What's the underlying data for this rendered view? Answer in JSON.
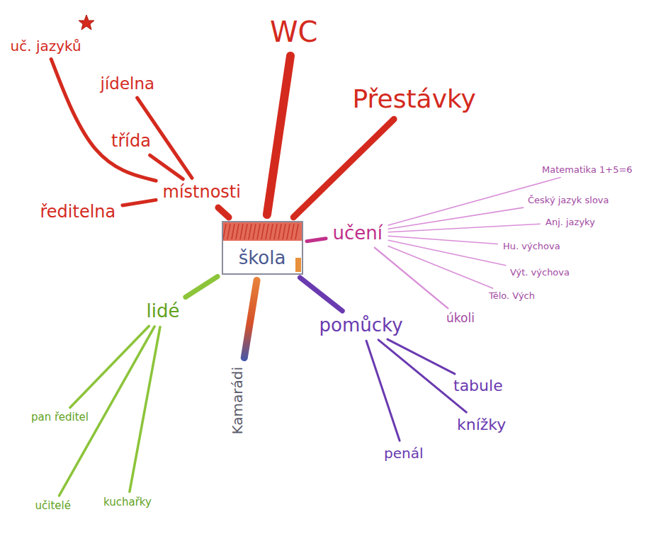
{
  "diagram": {
    "nodes": [
      {
        "text": [
          "škola"
        ]
      },
      {
        "text": [
          "místnosti"
        ]
      },
      {
        "text": [
          "ředitelna"
        ]
      },
      {
        "text": [
          "třída"
        ]
      },
      {
        "text": [
          "jídelna"
        ]
      },
      {
        "text": [
          "uč. jazyků"
        ]
      },
      {
        "text": [
          "WC"
        ]
      },
      {
        "text": [
          "Přestávky"
        ]
      },
      {
        "text": [
          "učení"
        ]
      },
      {
        "text": [
          "Matematika 1+5=6"
        ]
      },
      {
        "text": [
          "Český jazyk slova"
        ]
      },
      {
        "text": [
          "Anj. jazyky"
        ]
      },
      {
        "text": [
          "Hu. výchova"
        ]
      },
      {
        "text": [
          "Výt. výchova"
        ]
      },
      {
        "text": [
          "Tělo. Vých"
        ]
      },
      {
        "text": [
          "úkoli"
        ]
      },
      {
        "text": [
          "pomůcky"
        ]
      },
      {
        "text": [
          "tabule"
        ]
      },
      {
        "text": [
          "knížky"
        ]
      },
      {
        "text": [
          "penál"
        ]
      },
      {
        "text": [
          "Kamarádi"
        ]
      },
      {
        "text": [
          "lidé"
        ]
      },
      {
        "text": [
          "pan ředitel"
        ]
      },
      {
        "text": [
          "učitelé"
        ]
      },
      {
        "text": [
          "kuchařky"
        ]
      }
    ],
    "edges": [
      {
        "from": 0,
        "to": 1,
        "arrow": "none"
      },
      {
        "from": 1,
        "to": 2,
        "arrow": "none"
      },
      {
        "from": 1,
        "to": 3,
        "arrow": "none"
      },
      {
        "from": 1,
        "to": 4,
        "arrow": "none"
      },
      {
        "from": 1,
        "to": 5,
        "arrow": "none"
      },
      {
        "from": 0,
        "to": 6,
        "arrow": "none"
      },
      {
        "from": 0,
        "to": 7,
        "arrow": "none"
      },
      {
        "from": 0,
        "to": 8,
        "arrow": "none"
      },
      {
        "from": 8,
        "to": 9,
        "arrow": "none"
      },
      {
        "from": 8,
        "to": 10,
        "arrow": "none"
      },
      {
        "from": 8,
        "to": 11,
        "arrow": "none"
      },
      {
        "from": 8,
        "to": 12,
        "arrow": "none"
      },
      {
        "from": 8,
        "to": 13,
        "arrow": "none"
      },
      {
        "from": 8,
        "to": 14,
        "arrow": "none"
      },
      {
        "from": 8,
        "to": 15,
        "arrow": "none"
      },
      {
        "from": 0,
        "to": 16,
        "arrow": "none"
      },
      {
        "from": 16,
        "to": 17,
        "arrow": "none"
      },
      {
        "from": 16,
        "to": 18,
        "arrow": "none"
      },
      {
        "from": 16,
        "to": 19,
        "arrow": "none"
      },
      {
        "from": 0,
        "to": 20,
        "arrow": "none"
      },
      {
        "from": 0,
        "to": 21,
        "arrow": "none"
      },
      {
        "from": 21,
        "to": 22,
        "arrow": "none"
      },
      {
        "from": 21,
        "to": 23,
        "arrow": "none"
      },
      {
        "from": 21,
        "to": 24,
        "arrow": "none"
      }
    ]
  }
}
